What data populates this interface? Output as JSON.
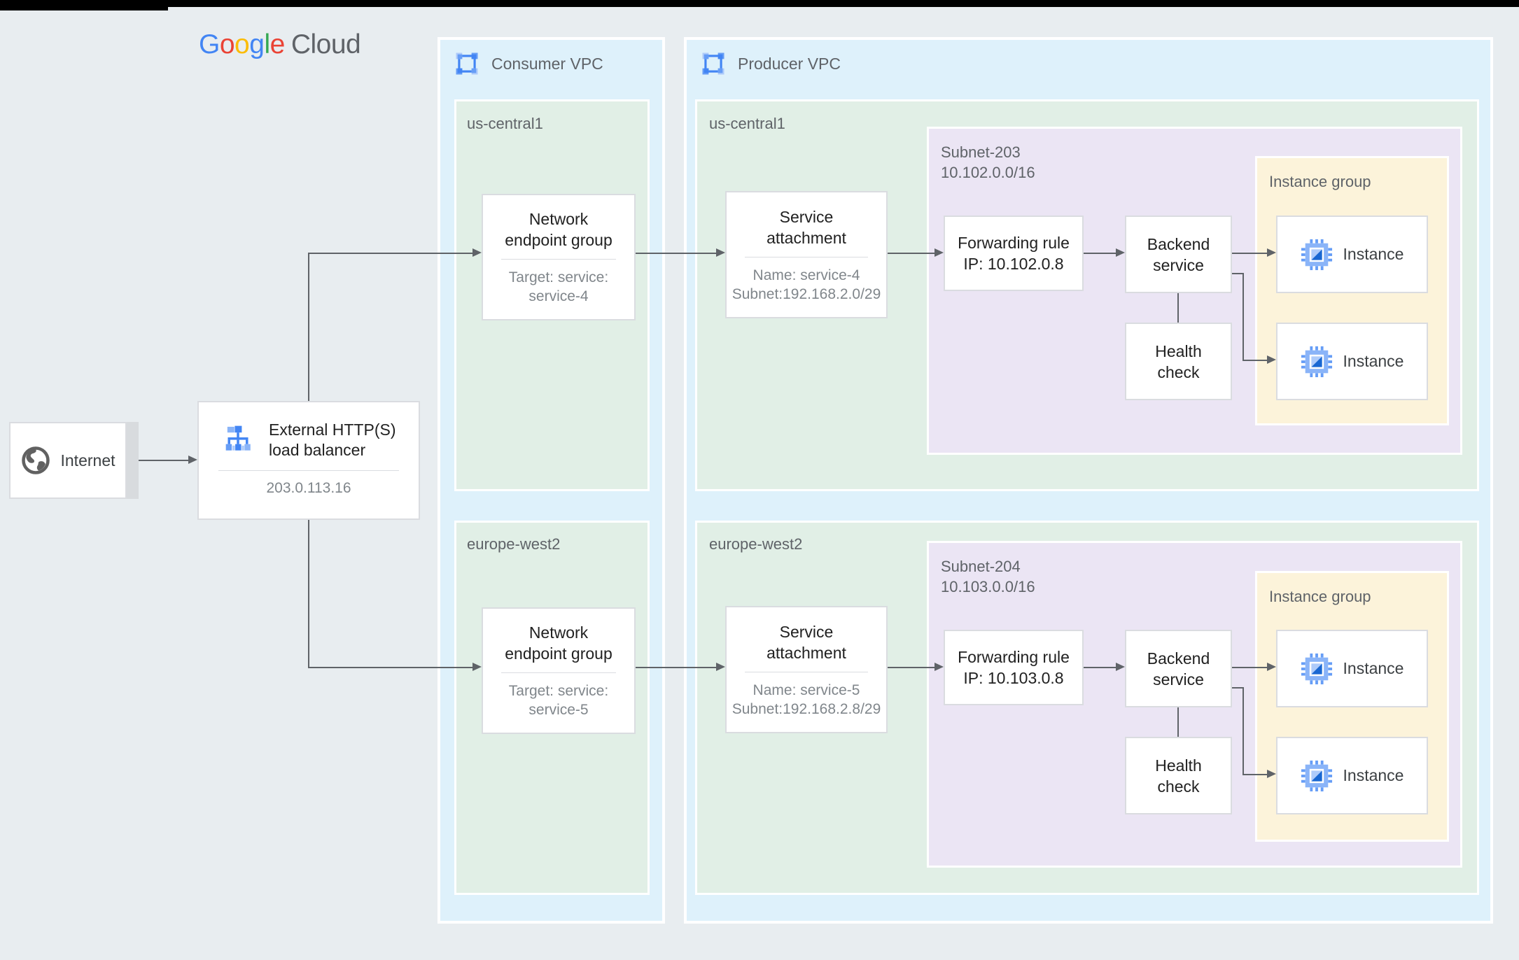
{
  "logo": {
    "letters": [
      {
        "ch": "G",
        "color": "#4285F4"
      },
      {
        "ch": "o",
        "color": "#EA4335"
      },
      {
        "ch": "o",
        "color": "#FBBC05"
      },
      {
        "ch": "g",
        "color": "#4285F4"
      },
      {
        "ch": "l",
        "color": "#34A853"
      },
      {
        "ch": "e",
        "color": "#EA4335"
      }
    ],
    "suffix": "Cloud"
  },
  "internet": {
    "label": "Internet"
  },
  "load_balancer": {
    "title1": "External HTTP(S)",
    "title2": "load balancer",
    "ip": "203.0.113.16"
  },
  "consumer_vpc": {
    "title": "Consumer VPC",
    "regions": [
      {
        "name": "us-central1",
        "neg_title1": "Network",
        "neg_title2": "endpoint group",
        "neg_sub1": "Target: service:",
        "neg_sub2": "service-4"
      },
      {
        "name": "europe-west2",
        "neg_title1": "Network",
        "neg_title2": "endpoint group",
        "neg_sub1": "Target: service:",
        "neg_sub2": "service-5"
      }
    ]
  },
  "producer_vpc": {
    "title": "Producer VPC",
    "regions": [
      {
        "name": "us-central1",
        "sa_title1": "Service",
        "sa_title2": "attachment",
        "sa_sub1": "Name: service-4",
        "sa_sub2": "Subnet:192.168.2.0/29",
        "subnet_name": "Subnet-203",
        "subnet_cidr": "10.102.0.0/16",
        "fr_line1": "Forwarding rule",
        "fr_line2": "IP: 10.102.0.8",
        "bs_line1": "Backend",
        "bs_line2": "service",
        "hc_line1": "Health",
        "hc_line2": "check",
        "ig_title": "Instance group",
        "instance1": "Instance",
        "instance2": "Instance"
      },
      {
        "name": "europe-west2",
        "sa_title1": "Service",
        "sa_title2": "attachment",
        "sa_sub1": "Name: service-5",
        "sa_sub2": "Subnet:192.168.2.8/29",
        "subnet_name": "Subnet-204",
        "subnet_cidr": "10.103.0.0/16",
        "fr_line1": "Forwarding rule",
        "fr_line2": "IP: 10.103.0.8",
        "bs_line1": "Backend",
        "bs_line2": "service",
        "hc_line1": "Health",
        "hc_line2": "check",
        "ig_title": "Instance group",
        "instance1": "Instance",
        "instance2": "Instance"
      }
    ]
  },
  "colors": {
    "background": "#e8edf0",
    "vpc_panel_blue": "#def1fb",
    "region_green": "#e1efe6",
    "subnet_purple": "#ebe5f4",
    "instance_group_yellow": "#fcf3da",
    "node_border": "#dadce0",
    "arrow_gray": "#5f6368",
    "title_text": "#212121",
    "secondary_text": "#80868b",
    "google_blue": "#4285F4",
    "google_red": "#EA4335",
    "google_yellow": "#FBBC05",
    "google_green": "#34A853"
  }
}
